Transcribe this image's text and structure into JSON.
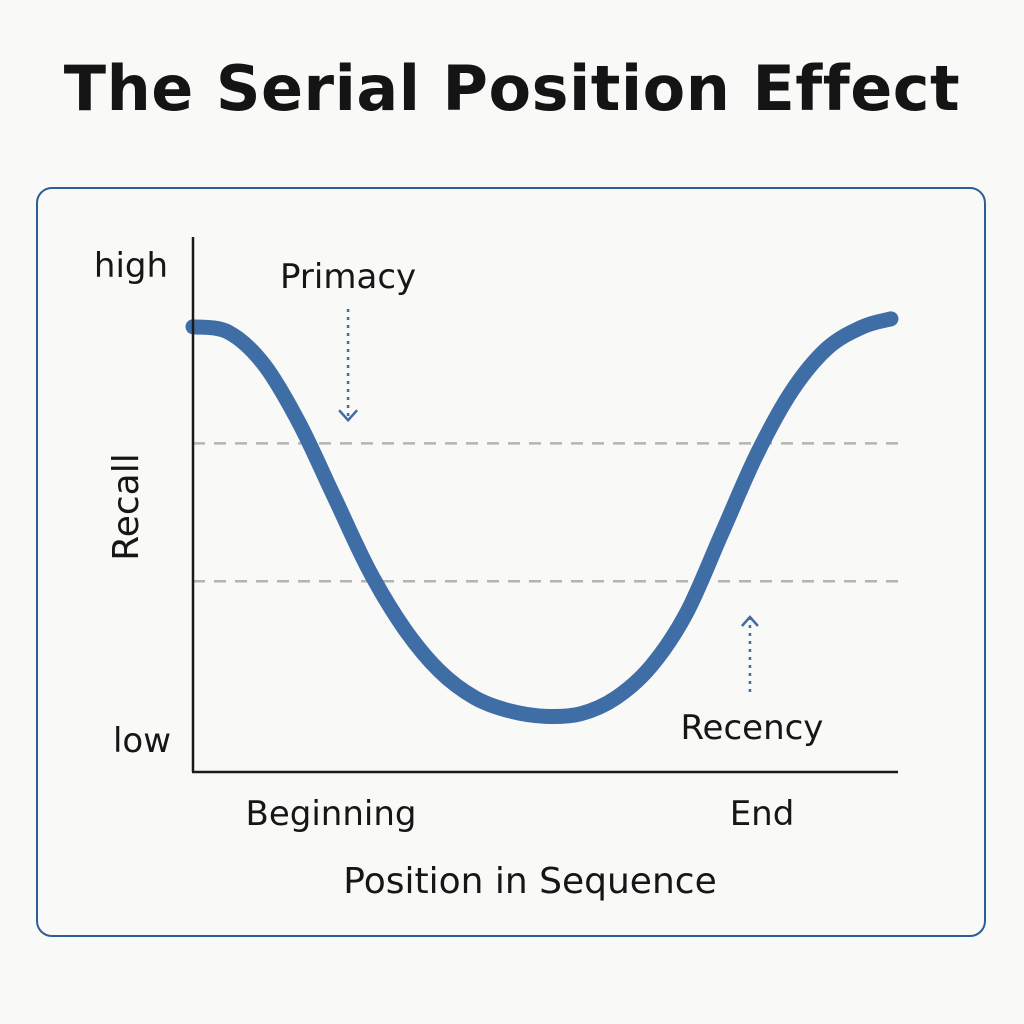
{
  "title": "The Serial Position Effect",
  "colors": {
    "curve": "#3f6ea6",
    "frame": "#2d5e94",
    "reference_line": "#b4b4b4",
    "annotation_arrow": "#3f6ea6",
    "text": "#161616"
  },
  "chart_data": {
    "type": "line",
    "title": "The Serial Position Effect",
    "xlabel": "Position in Sequence",
    "ylabel": "Recall",
    "x_tick_labels": [
      "Beginning",
      "End"
    ],
    "y_tick_labels": [
      "low",
      "high"
    ],
    "xlim": [
      0,
      1
    ],
    "ylim": [
      0,
      1
    ],
    "grid": false,
    "series": [
      {
        "x": [
          0.0,
          0.05,
          0.1,
          0.15,
          0.2,
          0.25,
          0.3,
          0.35,
          0.4,
          0.45,
          0.5,
          0.55,
          0.6,
          0.65,
          0.7,
          0.75,
          0.8,
          0.85,
          0.9,
          0.95,
          0.99
        ],
        "y": [
          0.84,
          0.83,
          0.77,
          0.66,
          0.52,
          0.38,
          0.27,
          0.19,
          0.14,
          0.115,
          0.105,
          0.11,
          0.14,
          0.2,
          0.3,
          0.45,
          0.6,
          0.72,
          0.8,
          0.84,
          0.855
        ]
      }
    ],
    "reference_lines": [
      {
        "axis": "y",
        "value": 0.62,
        "style": "dashed"
      },
      {
        "axis": "y",
        "value": 0.36,
        "style": "dashed"
      }
    ],
    "annotations": [
      {
        "text": "Primacy",
        "x": 0.22,
        "y": 0.66,
        "direction": "down"
      },
      {
        "text": "Recency",
        "x": 0.79,
        "y": 0.3,
        "direction": "up"
      }
    ]
  }
}
